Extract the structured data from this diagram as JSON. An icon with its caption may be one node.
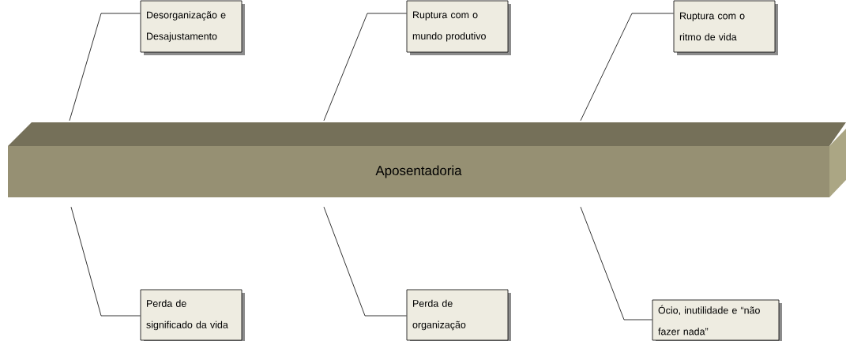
{
  "diagram": {
    "nodes": [
      {
        "text": [
          "Desorganização e Desajustamento"
        ]
      },
      {
        "text": [
          "Ruptura com o mundo produtivo"
        ]
      },
      {
        "text": [
          "Ruptura com o ritmo de vida"
        ]
      },
      {
        "text": [
          "Aposentadoria"
        ]
      },
      {
        "text": [
          "Perda de significado da vida"
        ]
      },
      {
        "text": [
          "Perda de organização"
        ]
      },
      {
        "text": [
          "Ócio, inutilidade e “não fazer nada”"
        ]
      }
    ],
    "edges": [
      {
        "from": 0,
        "to": 3,
        "arrow": "none"
      },
      {
        "from": 1,
        "to": 3,
        "arrow": "none"
      },
      {
        "from": 2,
        "to": 3,
        "arrow": "none"
      },
      {
        "from": 4,
        "to": 3,
        "arrow": "none"
      },
      {
        "from": 5,
        "to": 3,
        "arrow": "none"
      },
      {
        "from": 6,
        "to": 3,
        "arrow": "none"
      }
    ]
  }
}
